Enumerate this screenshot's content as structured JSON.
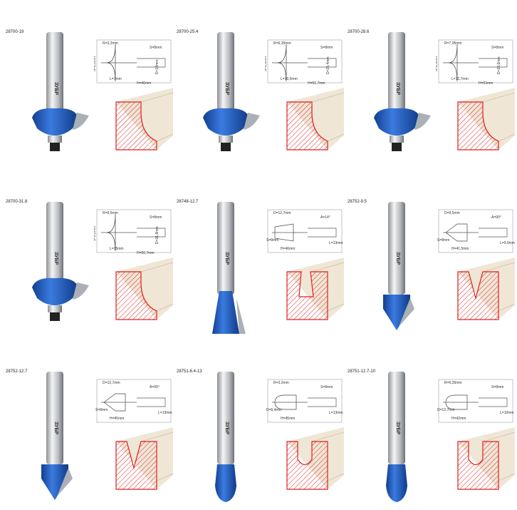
{
  "brand": "ЗУБР",
  "colors": {
    "cutter": "#1f5fc4",
    "shank": "#c9cccf",
    "hatch": "#e02020",
    "wood": "#efe6d6"
  },
  "items": [
    {
      "code": "28700-19",
      "type": "roundover",
      "dims": [
        "R=3,2mm",
        "S=8mm",
        "d=9,5mm",
        "D=19mm",
        "L=7mm",
        "H=46mm"
      ]
    },
    {
      "code": "28700-25.4",
      "type": "roundover",
      "dims": [
        "R=6,35mm",
        "S=8mm",
        "d=9,5mm",
        "D=25,4mm",
        "L=10,5mm",
        "H=51,7mm"
      ]
    },
    {
      "code": "28700-28.6",
      "type": "roundover",
      "dims": [
        "R=7,95mm",
        "S=8mm",
        "d=9,5mm",
        "D=28,6mm",
        "L=12,7mm",
        "H=53mm"
      ]
    },
    {
      "code": "28700-31.8",
      "type": "roundover",
      "dims": [
        "R=9,5mm",
        "S=8mm",
        "d=9,5mm",
        "D=31,8mm",
        "L=15mm",
        "H=56,7mm"
      ]
    },
    {
      "code": "28748-12.7",
      "type": "dovetail",
      "dims": [
        "D=12,7mm",
        "A=14°",
        "S=8mm",
        "L=13mm",
        "H=46mm"
      ]
    },
    {
      "code": "28752-9.5",
      "type": "vgroove",
      "dims": [
        "D=9,5mm",
        "A=90°",
        "S=8mm",
        "L=9,5mm",
        "H=41,5mm"
      ]
    },
    {
      "code": "28752-12.7",
      "type": "vgroove",
      "dims": [
        "D=12,7mm",
        "A=90°",
        "S=8mm",
        "L=13mm",
        "H=45mm"
      ]
    },
    {
      "code": "28751-6.4-13",
      "type": "corebox",
      "dims": [
        "R=3,2mm",
        "S=8mm",
        "D=6,4mm",
        "L=13mm",
        "H=45mm"
      ]
    },
    {
      "code": "28751-12.7-10",
      "type": "corebox",
      "dims": [
        "R=6,35mm",
        "S=8mm",
        "D=12,7mm",
        "L=10mm",
        "H=42mm"
      ]
    }
  ]
}
